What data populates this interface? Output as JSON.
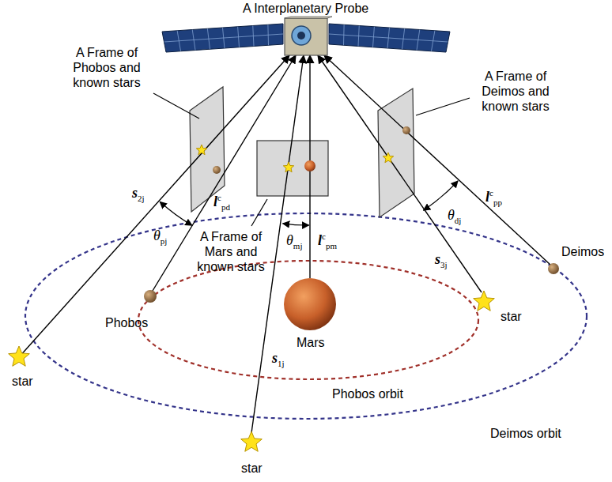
{
  "diagram": {
    "labels": [
      "A Interplanetary Probe",
      "A Frame of Phobos and known stars",
      "A Frame of Deimos and known stars",
      "s2j",
      "θpj",
      "lcpd",
      "A Frame of Mars and known stars",
      "θmj",
      "lcpm",
      "θdj",
      "lcpp",
      "s3j",
      "Deimos",
      "Phobos",
      "s1j",
      "Mars",
      "star",
      "star",
      "Phobos orbit",
      "star",
      "Deimos orbit"
    ]
  }
}
